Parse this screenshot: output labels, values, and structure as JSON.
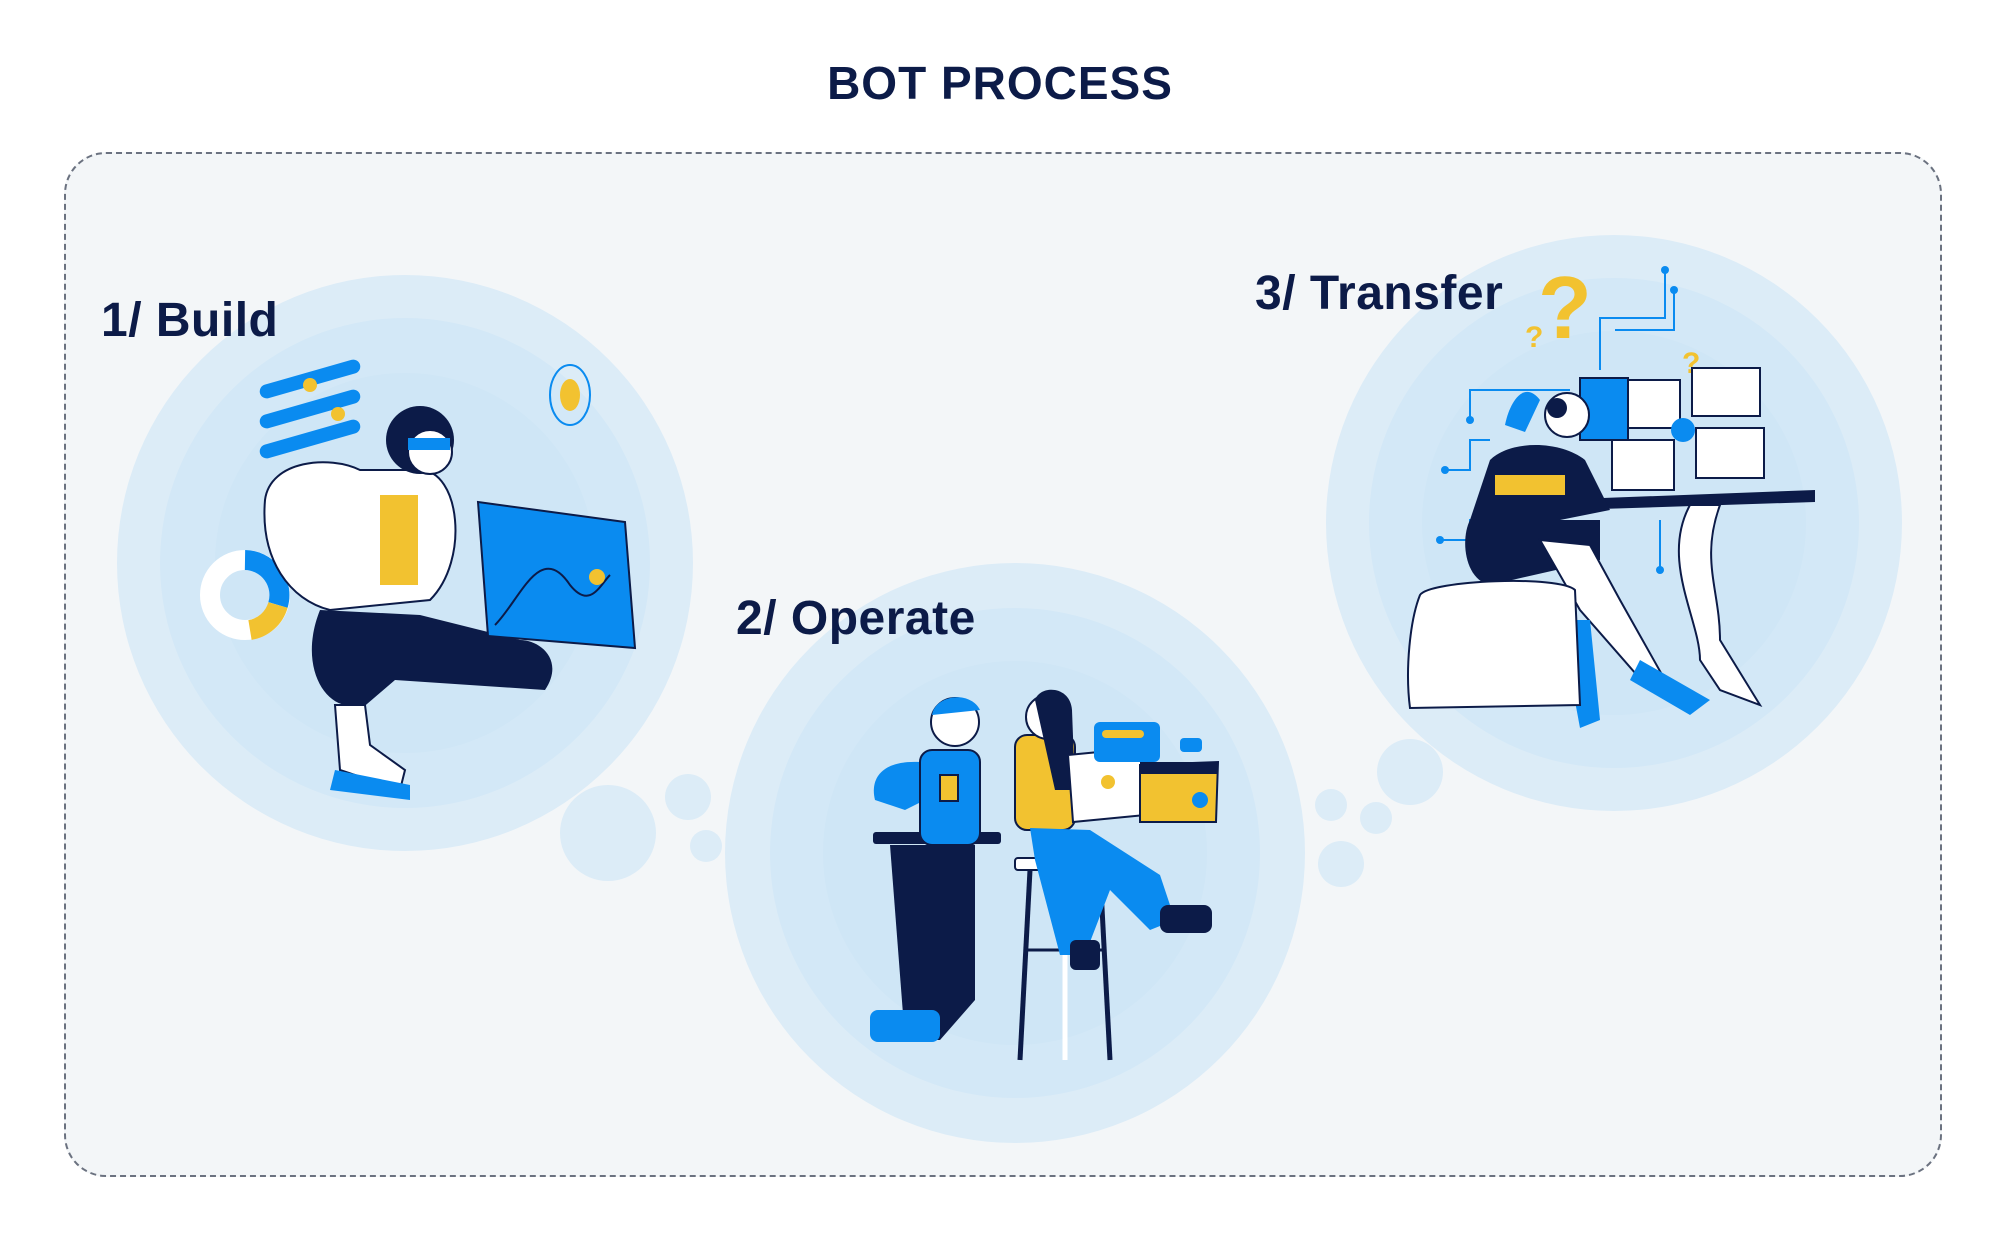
{
  "title": "BOT PROCESS",
  "steps": [
    {
      "label": "1/ Build"
    },
    {
      "label": "2/ Operate"
    },
    {
      "label": "3/ Transfer"
    }
  ],
  "question_marks": {
    "big": "?",
    "small": "?"
  },
  "colors": {
    "navy": "#0c1b48",
    "blue": "#0a8bf0",
    "yellow": "#f2c230",
    "circle_outer": "#dcecf7",
    "circle_inner": "#cfe6f6",
    "frame_bg": "#f3f6f8"
  }
}
